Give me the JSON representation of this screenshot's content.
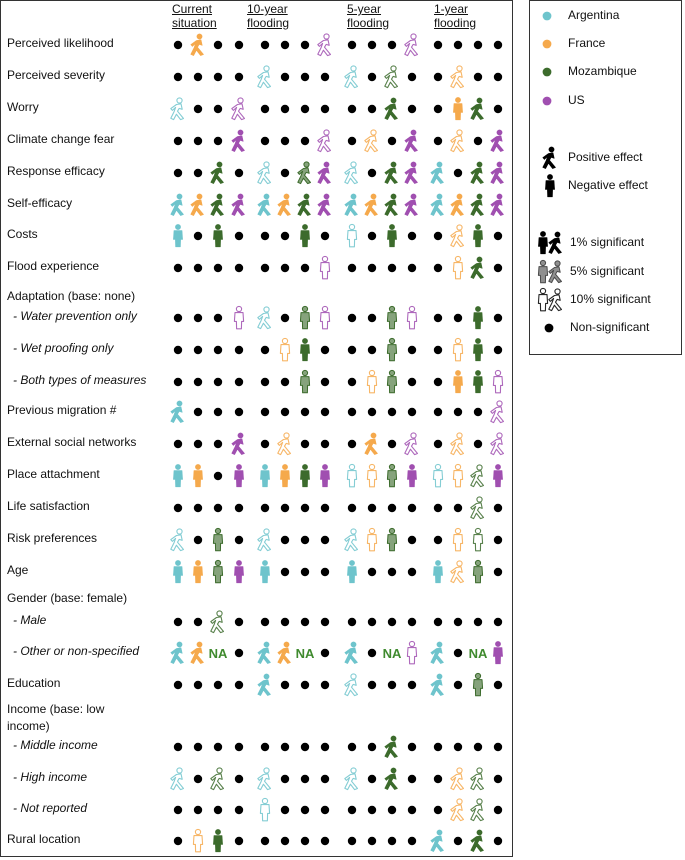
{
  "colors": {
    "Argentina": "#6ec4cc",
    "France": "#f5a94c",
    "Mozambique": "#3c6b2c",
    "US": "#a04fb0"
  },
  "columns": [
    {
      "line1": "Current",
      "line2": "situation"
    },
    {
      "line1": "10-year",
      "line2": "flooding"
    },
    {
      "line1": "5-year",
      "line2": "flooding"
    },
    {
      "line1": "1-year",
      "line2": "flooding"
    }
  ],
  "legend": {
    "countries": [
      {
        "name": "Argentina",
        "color": "#6ec4cc"
      },
      {
        "name": "France",
        "color": "#f5a94c"
      },
      {
        "name": "Mozambique",
        "color": "#3c6b2c"
      },
      {
        "name": "US",
        "color": "#a04fb0"
      }
    ],
    "effects": [
      {
        "label": "Positive effect",
        "icon": "positive-effect-icon"
      },
      {
        "label": "Negative effect",
        "icon": "negative-effect-icon"
      }
    ],
    "significance": [
      {
        "label": "1% significant",
        "level": "s1"
      },
      {
        "label": "5% significant",
        "level": "s5"
      },
      {
        "label": "10% significant",
        "level": "s10"
      },
      {
        "label": "Non-significant",
        "level": "ns"
      }
    ]
  },
  "na_label": "NA",
  "rows": [
    {
      "label": "Perceived likelihood",
      "cells": [
        "0",
        "+s1F",
        "0",
        "0",
        "0",
        "0",
        "0",
        "+s10U",
        "0",
        "0",
        "0",
        "+s10U",
        "0",
        "0",
        "0",
        "0"
      ]
    },
    {
      "label": "Perceived severity",
      "cells": [
        "0",
        "0",
        "0",
        "0",
        "+s10A",
        "0",
        "0",
        "0",
        "+s10A",
        "0",
        "+s10M",
        "0",
        "0",
        "+s10F",
        "0",
        "0"
      ]
    },
    {
      "label": "Worry",
      "cells": [
        "+s10A",
        "0",
        "0",
        "+s10U",
        "0",
        "0",
        "0",
        "0",
        "0",
        "0",
        "+s1M",
        "0",
        "0",
        "-s1F",
        "+s1M",
        "0"
      ]
    },
    {
      "label": "Climate change fear",
      "cells": [
        "0",
        "0",
        "0",
        "+s1U",
        "0",
        "0",
        "0",
        "+s10U",
        "0",
        "+s10F",
        "0",
        "+s1U",
        "0",
        "+s10F",
        "0",
        "+s1U"
      ]
    },
    {
      "label": "Response efficacy",
      "cells": [
        "0",
        "0",
        "+s1M",
        "0",
        "+s10A",
        "0",
        "+s5M",
        "+s1U",
        "+s10A",
        "0",
        "+s1M",
        "+s1U",
        "+s1A",
        "0",
        "+s1M",
        "+s1U"
      ]
    },
    {
      "label": "Self-efficacy",
      "cells": [
        "+s1A",
        "+s1F",
        "+s1M",
        "+s1U",
        "+s1A",
        "+s1F",
        "+s1M",
        "+s1U",
        "+s1A",
        "+s1F",
        "+s1M",
        "+s1U",
        "+s1A",
        "+s1F",
        "+s1M",
        "+s1U"
      ]
    },
    {
      "label": "Costs",
      "cells": [
        "-s1A",
        "0",
        "-s1M",
        "0",
        "0",
        "0",
        "-s1M",
        "0",
        "-s10A",
        "0",
        "-s1M",
        "0",
        "0",
        "+s10F",
        "-s1M",
        "0"
      ]
    },
    {
      "label": "Flood experience",
      "cells": [
        "0",
        "0",
        "0",
        "0",
        "0",
        "0",
        "0",
        "-s10U",
        "0",
        "0",
        "0",
        "0",
        "0",
        "-s10F",
        "+s1M",
        "0"
      ]
    },
    {
      "label": "Adaptation (base: none)",
      "header": true
    },
    {
      "label": "- Water prevention only",
      "sub": true,
      "cells": [
        "0",
        "0",
        "0",
        "-s10U",
        "+s10A",
        "0",
        "-s5M",
        "-s10U",
        "0",
        "0",
        "-s5M",
        "-s10U",
        "0",
        "0",
        "-s1M",
        "0"
      ]
    },
    {
      "label": "- Wet proofing only",
      "sub": true,
      "cells": [
        "0",
        "0",
        "0",
        "0",
        "0",
        "-s10F",
        "-s1M",
        "0",
        "0",
        "0",
        "-s5M",
        "0",
        "0",
        "-s10F",
        "-s1M",
        "0"
      ]
    },
    {
      "label": "- Both types of measures",
      "sub": true,
      "cells": [
        "0",
        "0",
        "0",
        "0",
        "0",
        "0",
        "-s5M",
        "0",
        "0",
        "-s10F",
        "-s5M",
        "0",
        "0",
        "-s1F",
        "-s1M",
        "-s10U"
      ]
    },
    {
      "label": "Previous migration #",
      "cells": [
        "+s1A",
        "0",
        "0",
        "0",
        "0",
        "0",
        "0",
        "0",
        "0",
        "0",
        "0",
        "0",
        "0",
        "0",
        "0",
        "+s10U"
      ]
    },
    {
      "label": "External social networks",
      "cells": [
        "0",
        "0",
        "0",
        "+s1U",
        "0",
        "+s10F",
        "0",
        "0",
        "0",
        "+s1F",
        "0",
        "+s10U",
        "0",
        "+s10F",
        "0",
        "+s10U"
      ]
    },
    {
      "label": "Place attachment",
      "cells": [
        "-s1A",
        "-s1F",
        "0",
        "-s1U",
        "-s1A",
        "-s1F",
        "-s1M",
        "-s1U",
        "-s10A",
        "-s10F",
        "-s5M",
        "-s1U",
        "-s10A",
        "-s10F",
        "+s10M",
        "-s1U"
      ]
    },
    {
      "label": "Life satisfaction",
      "cells": [
        "0",
        "0",
        "0",
        "0",
        "0",
        "0",
        "0",
        "0",
        "0",
        "0",
        "0",
        "0",
        "0",
        "0",
        "+s10M",
        "0"
      ]
    },
    {
      "label": "Risk preferences",
      "cells": [
        "+s10A",
        "0",
        "-s5M",
        "0",
        "+s10A",
        "0",
        "0",
        "0",
        "+s10A",
        "-s10F",
        "-s5M",
        "0",
        "0",
        "-s10F",
        "-s10M",
        "0"
      ]
    },
    {
      "label": "Age",
      "cells": [
        "-s1A",
        "-s1F",
        "-s5M",
        "-s1U",
        "-s1A",
        "0",
        "0",
        "0",
        "-s1A",
        "0",
        "0",
        "0",
        "-s1A",
        "+s10F",
        "-s5M",
        "0"
      ]
    },
    {
      "label": "Gender (base: female)",
      "header": true
    },
    {
      "label": "- Male",
      "sub": true,
      "cells": [
        "0",
        "0",
        "+s10M",
        "0",
        "0",
        "0",
        "0",
        "0",
        "0",
        "0",
        "0",
        "0",
        "0",
        "0",
        "0",
        "0"
      ]
    },
    {
      "label": "- Other or non-specified",
      "sub": true,
      "cells": [
        "+s1A",
        "+s1F",
        "NA",
        "0",
        "+s1A",
        "+s1F",
        "NA",
        "0",
        "+s1A",
        "0",
        "NA",
        "-s10U",
        "+s1A",
        "0",
        "NA",
        "-s1U"
      ]
    },
    {
      "label": "Education",
      "cells": [
        "0",
        "0",
        "0",
        "0",
        "+s1A",
        "0",
        "0",
        "0",
        "+s10A",
        "0",
        "0",
        "0",
        "+s1A",
        "0",
        "-s5M",
        "0"
      ]
    },
    {
      "label": "Income (base: low",
      "label2": "income)",
      "header": true
    },
    {
      "label": "- Middle income",
      "sub": true,
      "cells": [
        "0",
        "0",
        "0",
        "0",
        "0",
        "0",
        "0",
        "0",
        "0",
        "0",
        "+s1M",
        "0",
        "0",
        "0",
        "0",
        "0"
      ]
    },
    {
      "label": "- High income",
      "sub": true,
      "cells": [
        "+s10A",
        "0",
        "+s10M",
        "0",
        "+s10A",
        "0",
        "0",
        "0",
        "+s10A",
        "0",
        "+s1M",
        "0",
        "0",
        "+s10F",
        "+s10M",
        "0"
      ]
    },
    {
      "label": "- Not reported",
      "sub": true,
      "cells": [
        "0",
        "0",
        "0",
        "0",
        "-s10A",
        "0",
        "0",
        "0",
        "0",
        "0",
        "0",
        "0",
        "0",
        "+s10F",
        "+s10M",
        "0"
      ]
    },
    {
      "label": "Rural location",
      "cells": [
        "0",
        "-s10F",
        "-s1M",
        "0",
        "0",
        "0",
        "0",
        "0",
        "0",
        "0",
        "0",
        "0",
        "+s1A",
        "0",
        "+s1M",
        "0"
      ]
    }
  ]
}
